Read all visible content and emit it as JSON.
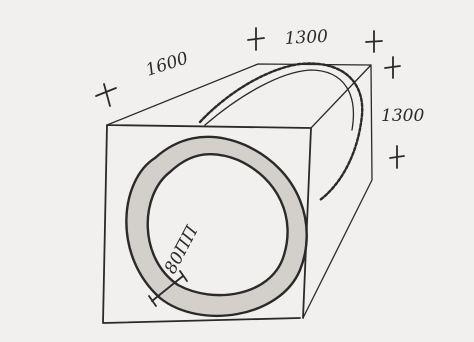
{
  "sketch": {
    "labels": {
      "depth": "1600",
      "width": "1300",
      "height": "1300",
      "wall_thickness": "80ΠΠ"
    }
  }
}
